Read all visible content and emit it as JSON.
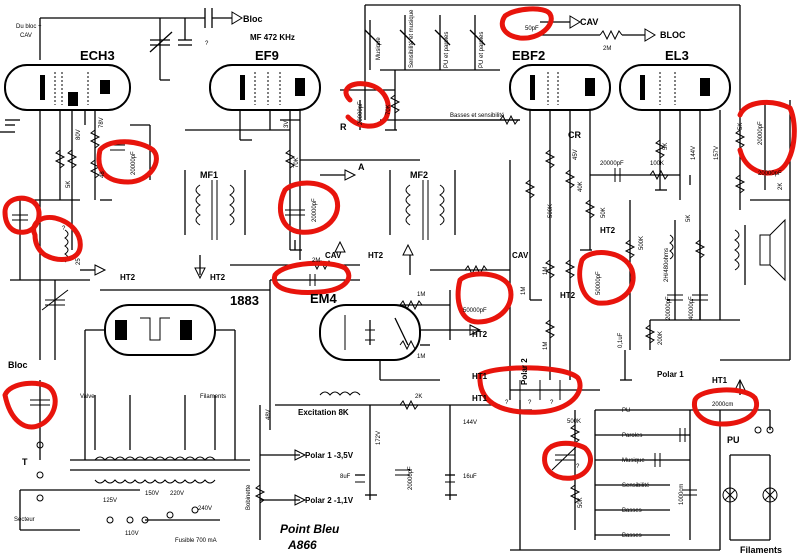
{
  "header": {
    "input_from": "Du bloc +\nCAV",
    "bloc_top": "Bloc",
    "mf_frequency": "MF 472 KHz",
    "cap_question": "?",
    "cav_top": "CAV",
    "bloc_right": "BLOC",
    "cap_50pf": "50pF",
    "res_2m_top": "2M"
  },
  "switches": {
    "musique": "Musique",
    "sensibilite_musique": "Sensibilité et musique",
    "pu_paroles_1": "PU et paroles",
    "pu_paroles_2": "PU et paroles",
    "basses_sensibilite": "Basses et sensibilité"
  },
  "tubes": {
    "ech3": "ECH3",
    "ef9": "EF9",
    "ebf": "EBF2",
    "el3": "EL3",
    "rect": "1883",
    "em4": "EM4"
  },
  "components": {
    "mf1": "MF1",
    "mf2": "MF2",
    "r80v": "80V",
    "r78v": "78V",
    "r5k": "5K",
    "r_48": "48",
    "c20000_a": "20000pF",
    "c20000_b": "20000pF",
    "r70k_a": "70K",
    "r70k_b": "70K",
    "r3v": "3V",
    "c20000_c": "20000pF",
    "label_a": "A",
    "label_r": "R",
    "label_cr": "CR",
    "c20000_d": "20000pF",
    "r100k": "100K",
    "r144v": "144V",
    "r157v": "157V",
    "r45v": "45V",
    "r40k": "40K",
    "r50k_a": "50K",
    "r5k_b": "5K",
    "r5k_c": "5K",
    "r2k": "2K",
    "c20000_e": "20000pF",
    "c20000_f": "20000pF",
    "r500k": "500K",
    "ht2_a": "HT2",
    "ht2_b": "HT2",
    "ht2_c": "HT2",
    "ht2_d": "HT2",
    "ht2_e": "HT2",
    "ht2_f": "HT2",
    "cav_mid": "CAV",
    "cav_left": "CAV",
    "r2m_mid": "2M",
    "r1m_a": "1M",
    "r1m_b": "1M",
    "r1m_c": "1M",
    "r1m_d": "1M",
    "r1m_e": "1M",
    "c50000_a": "50000pF",
    "c50000_b": "50000pF",
    "r500k_b": "500K",
    "inductor": "2H/480ohms",
    "c20000_g": "20000pF",
    "c40000": "40000pF",
    "r200k": "200K",
    "c01uf": "0,1uF",
    "r5k_d": "5K",
    "polar1_right": "Polar 1",
    "polar2_vert": "Polar 2",
    "ht1_a": "HT1",
    "ht1_b": "HT1",
    "ht1_c": "HT1",
    "r2k_bot": "2K",
    "v144": "144V",
    "excitation": "Excitation 8K",
    "v48": "48V",
    "v172": "172V",
    "polar1_bot": "Polar 1  -3,5V",
    "polar2_bot": "Polar 2  -1,1V",
    "c8uf": "8uF",
    "c16uf": "16uF",
    "c20000_h": "20000pF",
    "bobinette": "Bobinette",
    "r500k_c": "500K",
    "r50k_b": "50K",
    "c2000cm": "2000cm",
    "c1000cm": "1000cm",
    "q1": "?",
    "q2": "?",
    "q3": "?",
    "q4": "?",
    "q5": "?",
    "r25": "25"
  },
  "selector": {
    "pu": "PU",
    "paroles": "Paroles",
    "musique": "Musique",
    "sensibilite": "Sensibilité",
    "basses_1": "Basses",
    "basses_2": "Basses"
  },
  "power": {
    "bloc_left": "Bloc",
    "t_label": "T",
    "valve": "Valve",
    "filaments": "Filaments",
    "v125": "125V",
    "v150": "150V",
    "v220": "220V",
    "v240": "240V",
    "v110": "110V",
    "secteur": "Secteur",
    "fuse": "Fusible 700 mA",
    "pu_right": "PU",
    "filaments_bottom": "Filaments"
  },
  "title": {
    "line1": "Point Bleu",
    "line2": "A866"
  }
}
